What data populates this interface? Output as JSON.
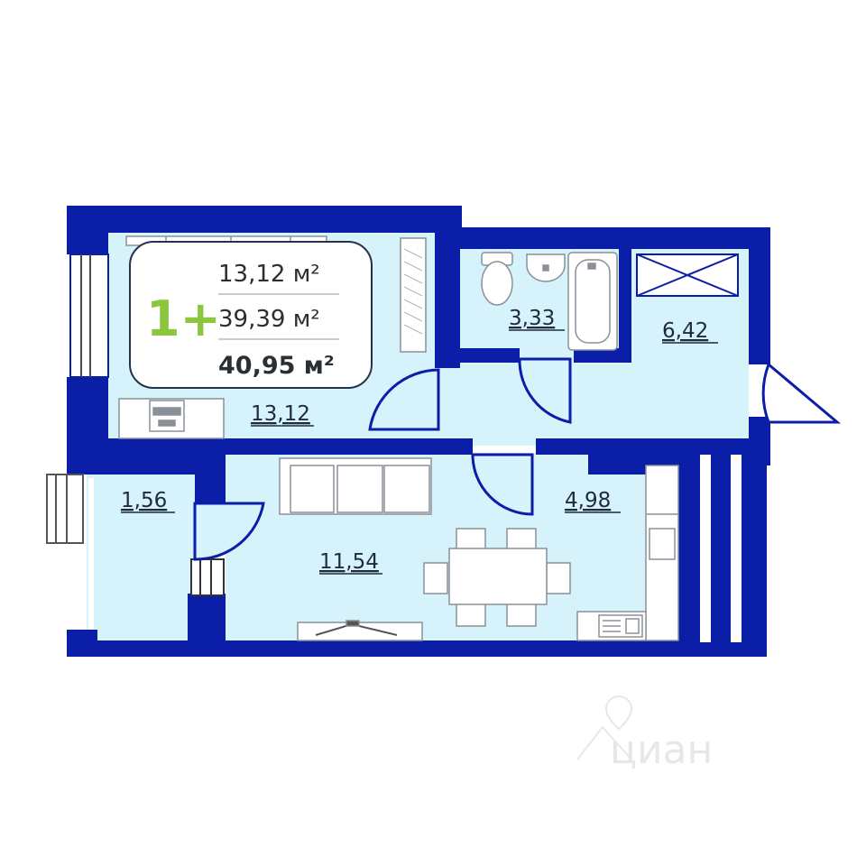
{
  "info_card": {
    "room_type": "1+",
    "living_area": "13,12 м²",
    "total_area": "39,39 м²",
    "area_with_balcony": "40,95 м²",
    "accent_color": "#8cc63f"
  },
  "rooms": {
    "bedroom": "13,12",
    "bathroom": "3,33",
    "storage": "6,42",
    "balcony": "1,56",
    "living_room": "11,54",
    "kitchen": "4,98"
  },
  "watermark": "циан",
  "colors": {
    "wall": "#0a1ea8",
    "floor": "#d6f3fc",
    "furniture_stroke": "#8a9098",
    "text": "#1f2b38"
  }
}
